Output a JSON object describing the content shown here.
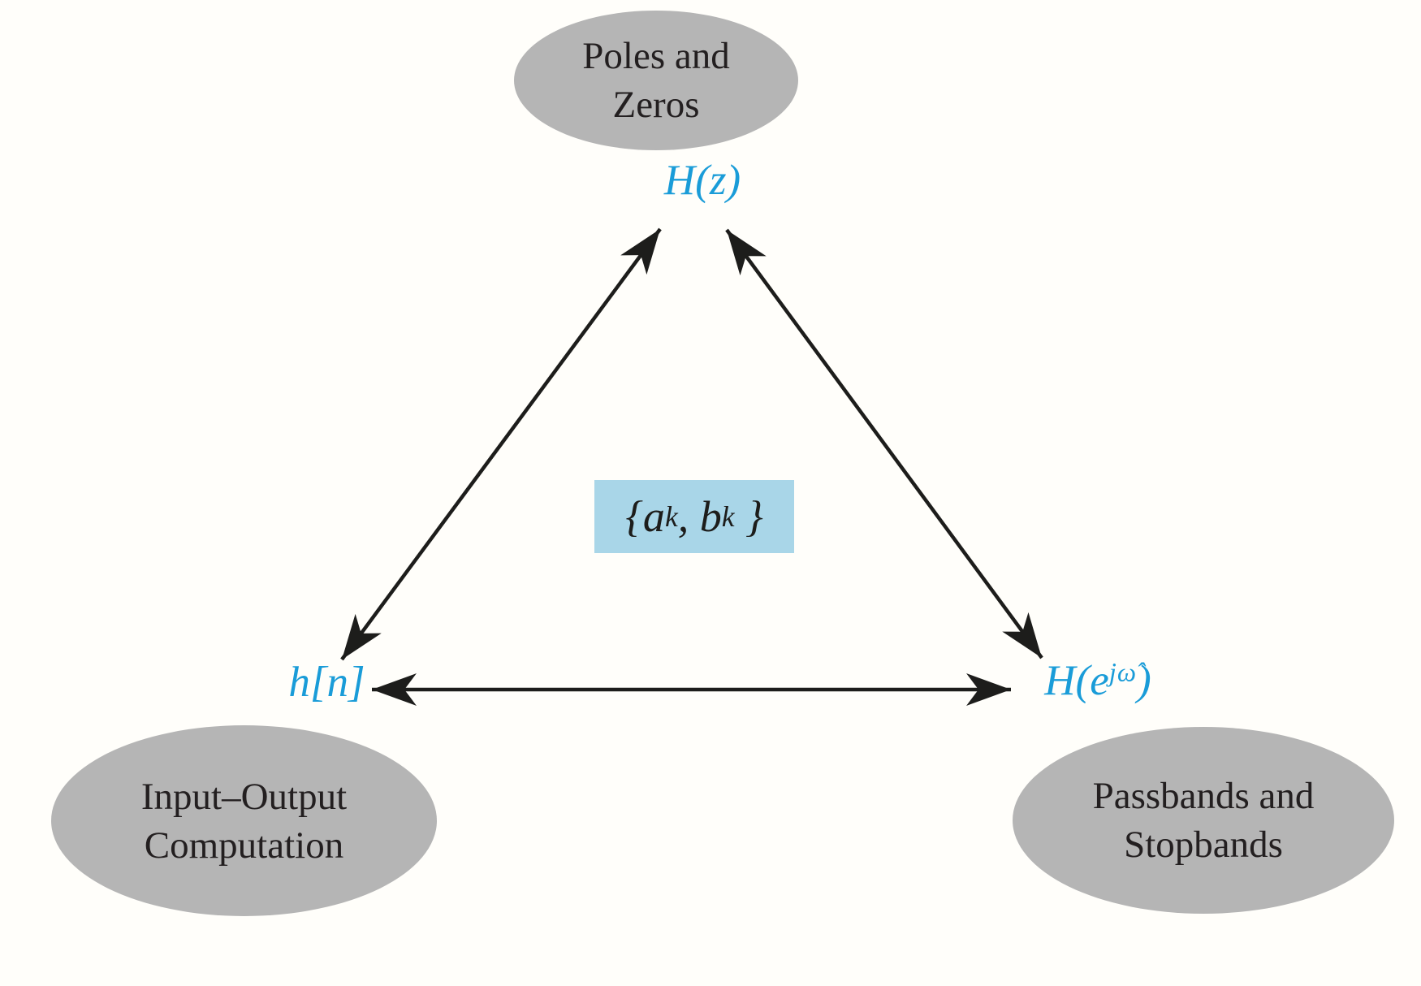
{
  "colors": {
    "background": "#fffefa",
    "ellipse_fill": "#b5b5b5",
    "math_blue": "#1a9cd8",
    "coeff_box_fill": "#a9d6e8",
    "arrow": "#1d1d1b",
    "ellipse_text": "#231f20"
  },
  "nodes": {
    "poles_zeros": {
      "ellipse_lines": [
        "Poles and",
        "Zeros"
      ],
      "math_label": "H(z)"
    },
    "input_output": {
      "ellipse_lines": [
        "Input–Output",
        "Computation"
      ],
      "math_label": "h[n]"
    },
    "passbands_stopbands": {
      "ellipse_lines": [
        "Passbands and",
        "Stopbands"
      ],
      "math_parts": {
        "base": "H(e",
        "sup": "jω̂",
        "close": ")"
      }
    }
  },
  "center_box": {
    "parts": [
      "{a",
      "k",
      ", b",
      "k",
      " }"
    ]
  }
}
